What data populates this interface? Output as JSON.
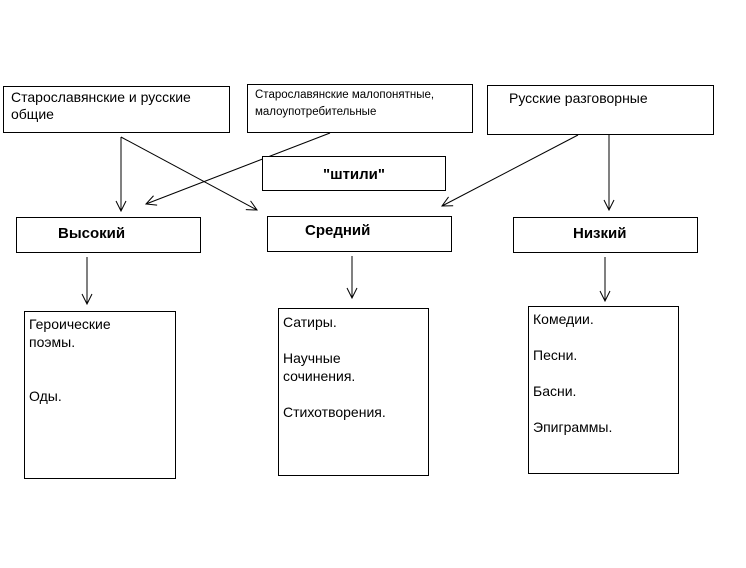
{
  "sources": {
    "oldslavonic_common": "Старославянские и русские\nобщие",
    "oldslavonic_rare": "Старославянские малопонятные,\nмалоупотребительные",
    "russian_colloquial": "Русские разговорные"
  },
  "title": "\"штили\"",
  "levels": {
    "high": "Высокий",
    "middle": "Средний",
    "low": "Низкий"
  },
  "genres": {
    "high": "Героические\nпоэмы.\n\n\nОды.",
    "middle": "Сатиры.\n\nНаучные\nсочинения.\n\nСтихотворения.",
    "low": "Комедии.\n\nПесни.\n\nБасни.\n\nЭпиграммы."
  }
}
